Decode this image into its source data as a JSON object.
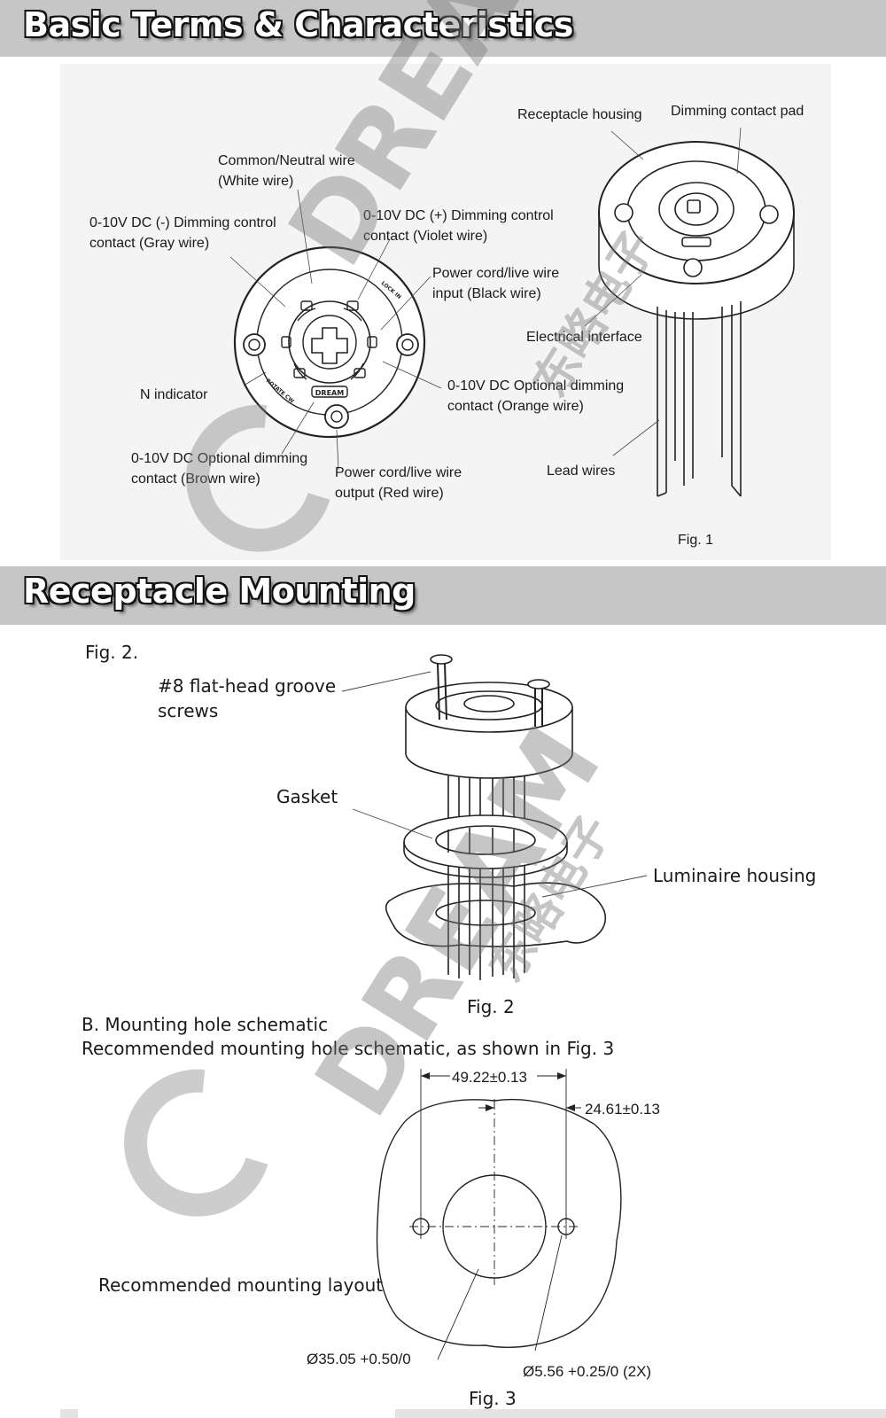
{
  "section1": {
    "title": "Basic Terms & Characteristics",
    "labels": {
      "receptacle_housing": "Receptacle housing",
      "dimming_contact_pad": "Dimming contact pad",
      "common_neutral_1": "Common/Neutral   wire",
      "common_neutral_2": "(White wire)",
      "dim_neg_1": "0-10V  DC  (-)  Dimming  control",
      "dim_neg_2": "contact (Gray wire)",
      "dim_pos_1": "0-10V DC (+) Dimming control",
      "dim_pos_2": "contact (Violet wire)",
      "power_in_1": "Power cord/live wire",
      "power_in_2": "input (Black wire)",
      "electrical_interface": "Electrical interface",
      "n_indicator": "N  indicator",
      "opt_orange_1": "0-10V  DC  Optional  dimming",
      "opt_orange_2": "contact (Orange wire)",
      "opt_brown_1": "0-10V DC Optional  dimming",
      "opt_brown_2": "contact (Brown wire)",
      "power_out_1": "Power  cord/live  wire",
      "power_out_2": "output (Red wire)",
      "lead_wires": "Lead wires",
      "fig": "Fig. 1"
    },
    "device_text": {
      "brand": "DREAM",
      "ring_text_a": "LOCK IN",
      "ring_text_b": "ROTATE CW"
    }
  },
  "section2": {
    "title": "Receptacle Mounting",
    "fig2_caption_top": "Fig. 2.",
    "screws_1": "#8 flat-head groove",
    "screws_2": "screws",
    "gasket": "Gasket",
    "luminaire_housing": "Luminaire housing",
    "fig2_caption": "Fig. 2",
    "mounting_b": "B. Mounting hole schematic",
    "mounting_rec": "Recommended mounting hole schematic, as shown in Fig. 3",
    "dim_49": "49.22±0.13",
    "dim_24": "24.61±0.13",
    "layout_label": "Recommended mounting layout",
    "dia_35": "Ø35.05 +0.50/0",
    "dia_5": "Ø5.56 +0.25/0 (2X)",
    "fig3": "Fig. 3"
  },
  "watermark": {
    "text": "DREAM",
    "cn": "东略电子"
  }
}
